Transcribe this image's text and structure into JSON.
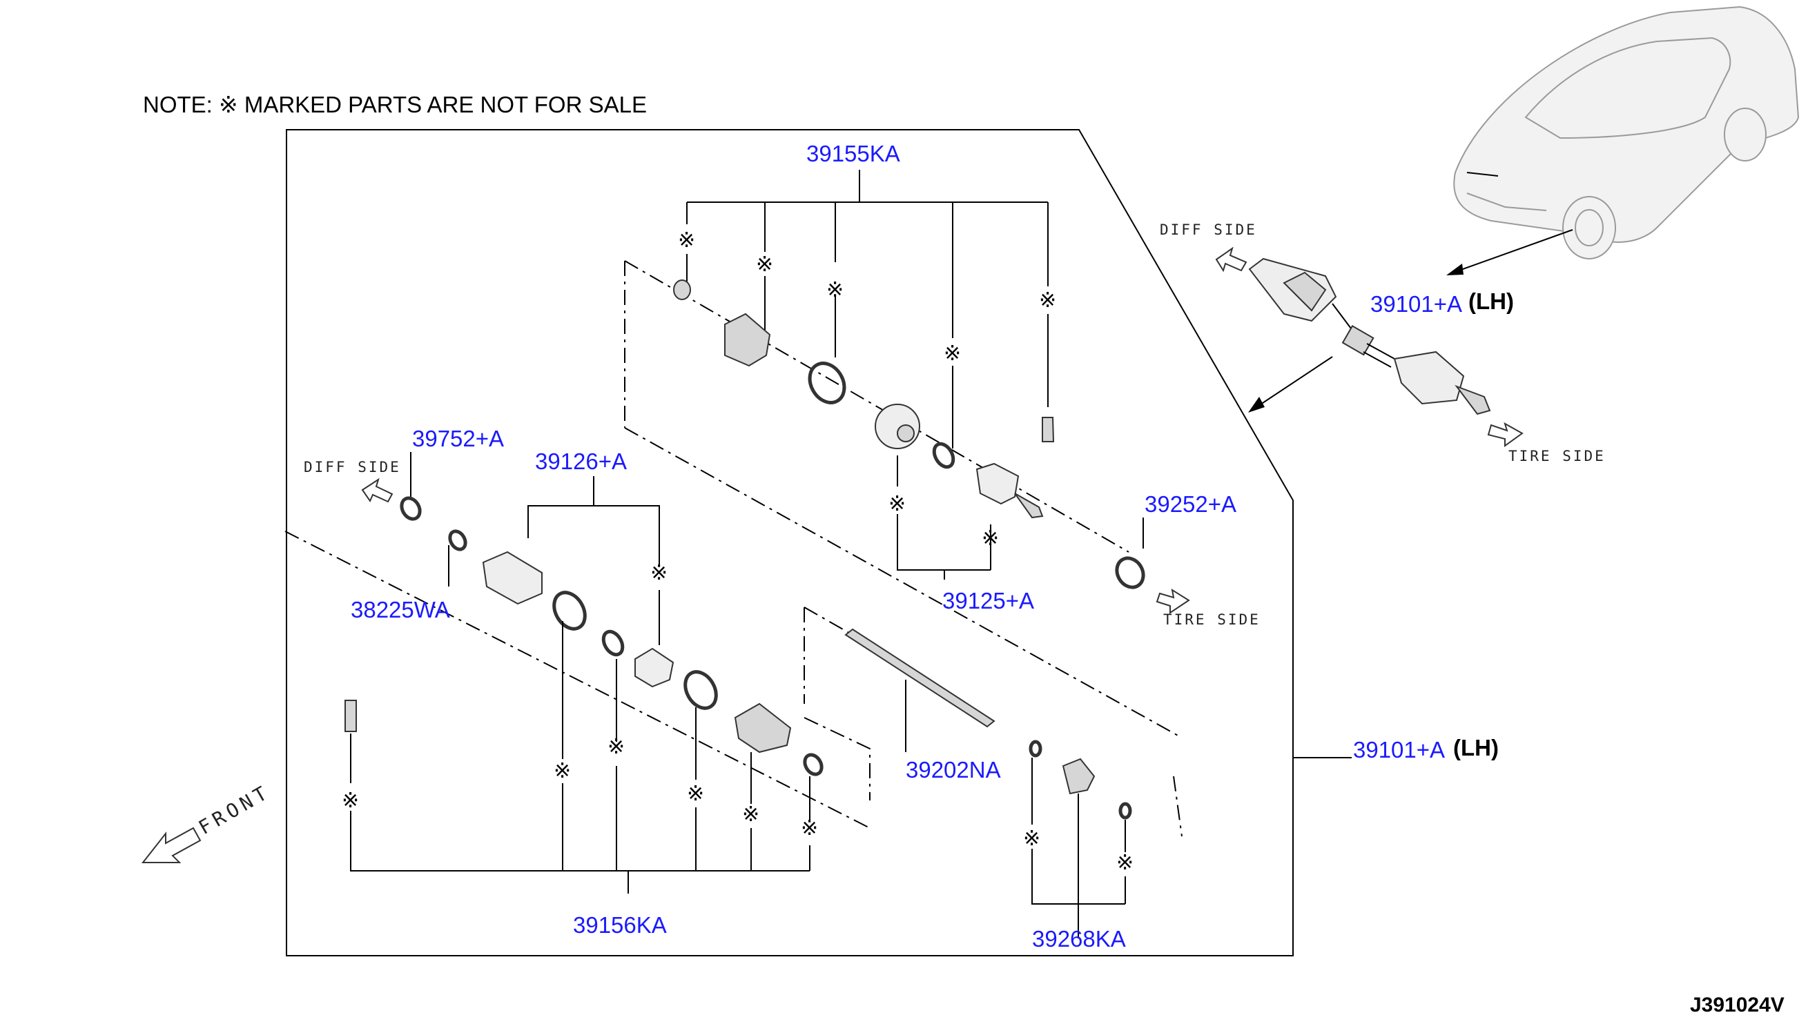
{
  "note": "NOTE: ※ MARKED PARTS ARE NOT FOR SALE",
  "not_for_sale_mark": "※",
  "diagram_code": "J391024V",
  "direction_labels": {
    "diff_side": "DIFF SIDE",
    "tire_side": "TIRE SIDE",
    "front": "FRONT"
  },
  "parts": {
    "p39155KA": "39155KA",
    "p39101A_top": "39101+A",
    "p39101A_side": "39101+A",
    "p39752A": "39752+A",
    "p39126A": "39126+A",
    "p39252A": "39252+A",
    "p38225WA": "38225WA",
    "p39125A": "39125+A",
    "p39202NA": "39202NA",
    "p39156KA": "39156KA",
    "p39268KA": "39268KA"
  },
  "lh_suffix": "(LH)",
  "colors": {
    "part_number": "#1a1aff",
    "text": "#000000"
  }
}
